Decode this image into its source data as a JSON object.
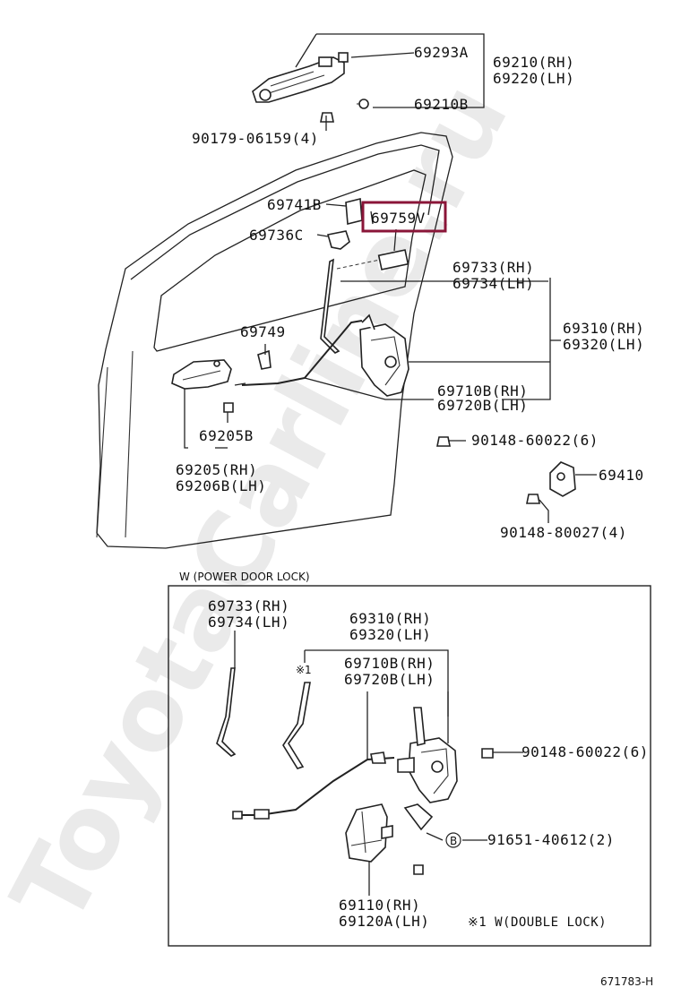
{
  "watermark": "ToyotaCarline.ru",
  "figure_code": "671783-H",
  "highlight_color": "#8a1538",
  "top_section": {
    "labels": {
      "p69293A": "69293A",
      "p69210RH": "69210(RH)",
      "p69220LH": "69220(LH)",
      "p69210B": "69210B",
      "p90179": "90179-06159(4)",
      "p69741B": "69741B",
      "p69759V": "69759V",
      "p69736C": "69736C",
      "p69733RH": "69733(RH)",
      "p69734LH": "69734(LH)",
      "p69749": "69749",
      "p69310RH": "69310(RH)",
      "p69320LH": "69320(LH)",
      "p69710BRH": "69710B(RH)",
      "p69720BLH": "69720B(LH)",
      "p69205B": "69205B",
      "p90148a": "90148-60022(6)",
      "p69205RH": "69205(RH)",
      "p69206BLH": "69206B(LH)",
      "p69410": "69410",
      "p90148b": "90148-80027(4)"
    }
  },
  "inset": {
    "title": "W (POWER DOOR LOCK)",
    "labels": {
      "p69733RH": "69733(RH)",
      "p69734LH": "69734(LH)",
      "p69310RH": "69310(RH)",
      "p69320LH": "69320(LH)",
      "mark1": "※1",
      "p69710BRH": "69710B(RH)",
      "p69720BLH": "69720B(LH)",
      "p90148": "90148-60022(6)",
      "p91651": "91651-40612(2)",
      "b_mark": "B",
      "p69110RH": "69110(RH)",
      "p69120ALH": "69120A(LH)",
      "note": "※1 W(DOUBLE LOCK)"
    }
  }
}
